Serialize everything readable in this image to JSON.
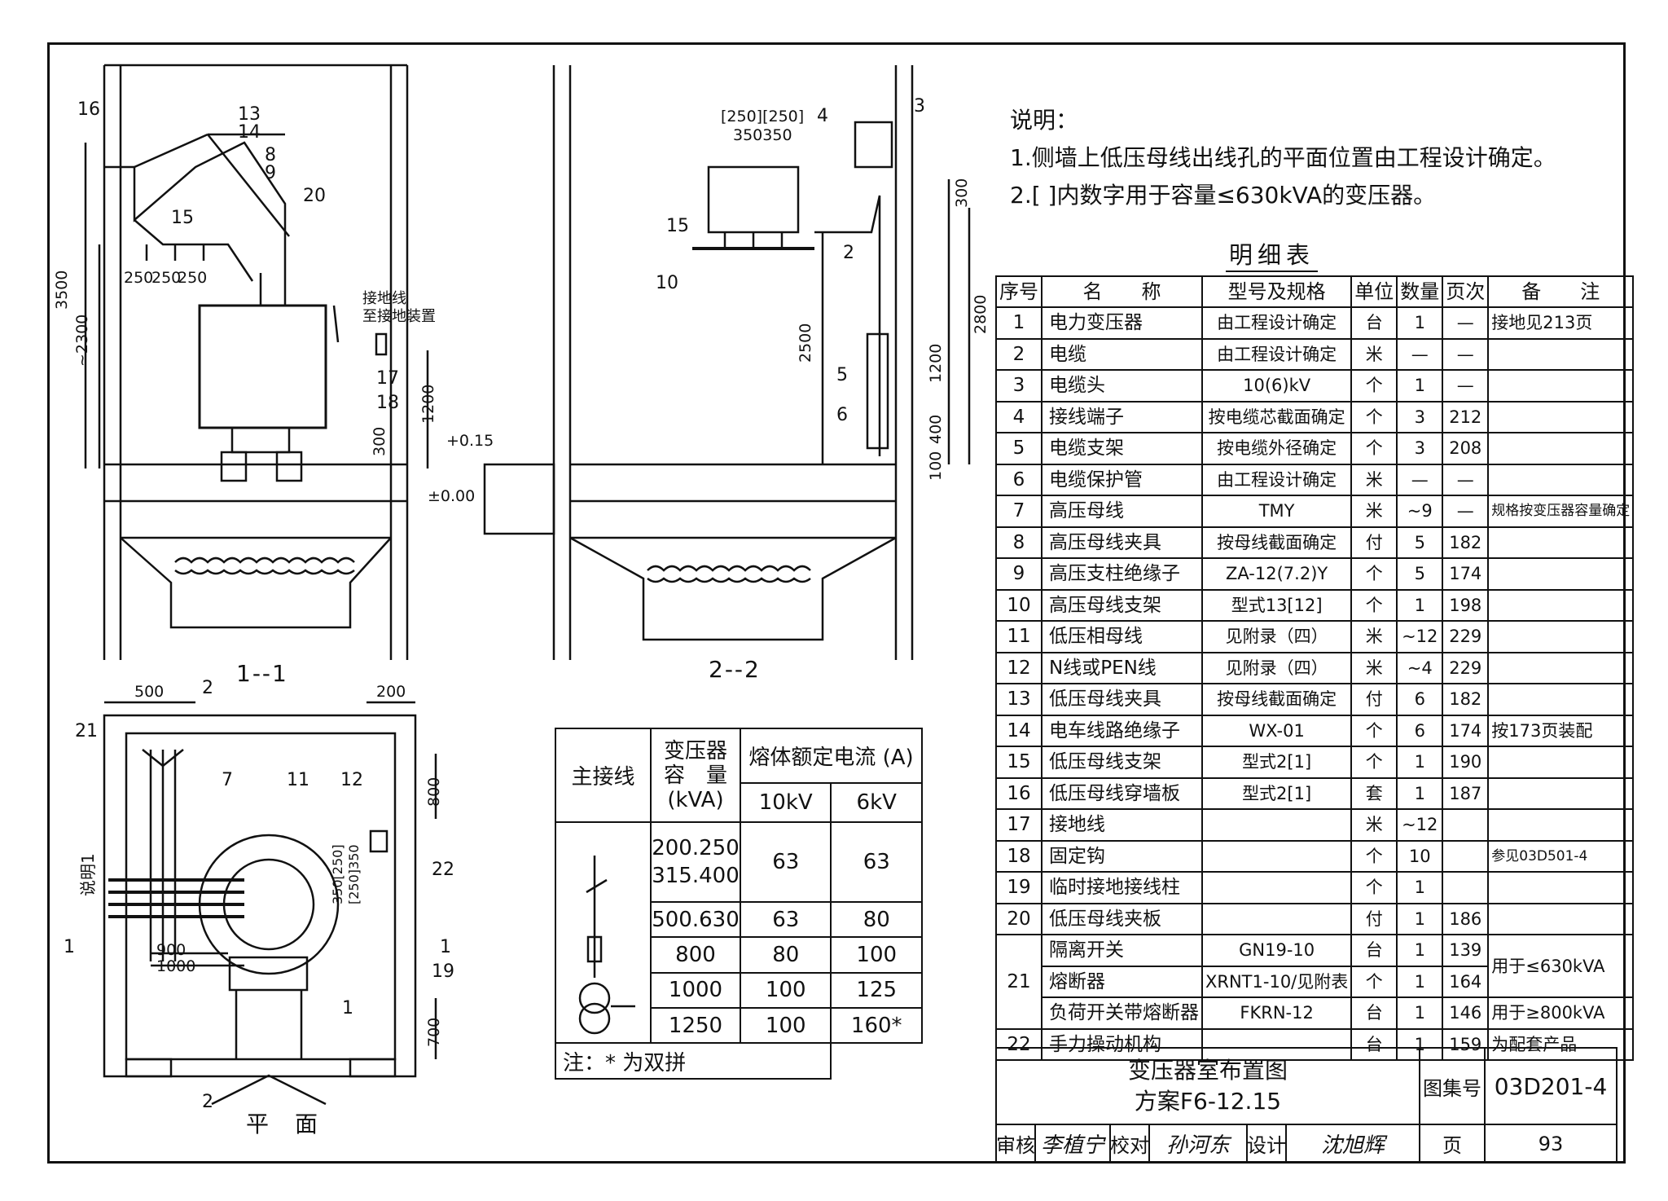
{
  "notes": {
    "title": "说明：",
    "items": [
      "1.侧墙上低压母线出线孔的平面位置由工程设计确定。",
      "2.[ ]内数字用于容量≤630kVA的变压器。"
    ]
  },
  "parts_table": {
    "title": "明细表",
    "headers": [
      "序号",
      "名　　称",
      "型号及规格",
      "单位",
      "数量",
      "页次",
      "备　　注"
    ],
    "rows": [
      [
        "1",
        "电力变压器",
        "由工程设计确定",
        "台",
        "1",
        "—",
        "接地见213页"
      ],
      [
        "2",
        "电缆",
        "由工程设计确定",
        "米",
        "—",
        "—",
        ""
      ],
      [
        "3",
        "电缆头",
        "10(6)kV",
        "个",
        "1",
        "—",
        ""
      ],
      [
        "4",
        "接线端子",
        "按电缆芯截面确定",
        "个",
        "3",
        "212",
        ""
      ],
      [
        "5",
        "电缆支架",
        "按电缆外径确定",
        "个",
        "3",
        "208",
        ""
      ],
      [
        "6",
        "电缆保护管",
        "由工程设计确定",
        "米",
        "—",
        "—",
        ""
      ],
      [
        "7",
        "高压母线",
        "TMY",
        "米",
        "~9",
        "—",
        "规格按变压器容量确定"
      ],
      [
        "8",
        "高压母线夹具",
        "按母线截面确定",
        "付",
        "5",
        "182",
        ""
      ],
      [
        "9",
        "高压支柱绝缘子",
        "ZA-12(7.2)Y",
        "个",
        "5",
        "174",
        ""
      ],
      [
        "10",
        "高压母线支架",
        "型式13[12]",
        "个",
        "1",
        "198",
        ""
      ],
      [
        "11",
        "低压相母线",
        "见附录（四）",
        "米",
        "~12",
        "229",
        ""
      ],
      [
        "12",
        "N线或PEN线",
        "见附录（四）",
        "米",
        "~4",
        "229",
        ""
      ],
      [
        "13",
        "低压母线夹具",
        "按母线截面确定",
        "付",
        "6",
        "182",
        ""
      ],
      [
        "14",
        "电车线路绝缘子",
        "WX-01",
        "个",
        "6",
        "174",
        "按173页装配"
      ],
      [
        "15",
        "低压母线支架",
        "型式2[1]",
        "个",
        "1",
        "190",
        ""
      ],
      [
        "16",
        "低压母线穿墙板",
        "型式2[1]",
        "套",
        "1",
        "187",
        ""
      ],
      [
        "17",
        "接地线",
        "",
        "米",
        "~12",
        "",
        ""
      ],
      [
        "18",
        "固定钩",
        "",
        "个",
        "10",
        "",
        "参见03D501-4"
      ],
      [
        "19",
        "临时接地接线柱",
        "",
        "个",
        "1",
        "",
        ""
      ],
      [
        "20",
        "低压母线夹板",
        "",
        "付",
        "1",
        "186",
        ""
      ]
    ],
    "row21": {
      "no": "21",
      "sub": [
        [
          "隔离开关",
          "GN19-10",
          "台",
          "1",
          "139"
        ],
        [
          "熔断器",
          "XRNT1-10/见附表",
          "个",
          "1",
          "164"
        ],
        [
          "负荷开关带熔断器",
          "FKRN-12",
          "台",
          "1",
          "146"
        ]
      ],
      "note_a": "用于≤630kVA",
      "note_b": "用于≥800kVA"
    },
    "row22": [
      "22",
      "手力操动机构",
      "",
      "台",
      "1",
      "159",
      "为配套产品"
    ]
  },
  "fuse_table": {
    "col_main": "主接线",
    "col_cap": [
      "变压器",
      "容　量",
      "(kVA)"
    ],
    "col_current": "熔体额定电流 (A)",
    "sub_10": "10kV",
    "sub_6": "6kV",
    "rows": [
      {
        "cap": "200.250\n315.400",
        "kv10": "63",
        "kv6": "63"
      },
      {
        "cap": "500.630",
        "kv10": "63",
        "kv6": "80"
      },
      {
        "cap": "800",
        "kv10": "80",
        "kv6": "100"
      },
      {
        "cap": "1000",
        "kv10": "100",
        "kv6": "125"
      },
      {
        "cap": "1250",
        "kv10": "100",
        "kv6": "160*"
      }
    ],
    "footnote": "注：* 为双拼"
  },
  "title_block": {
    "title_line1": "变压器室布置图",
    "title_line2": "方案F6-12.15",
    "atlas_label": "图集号",
    "atlas_no": "03D201-4",
    "review_label": "审核",
    "check_label": "校对",
    "design_label": "设计",
    "page_label": "页",
    "page_no": "93",
    "sig_review": "李植宁",
    "sig_check": "孙河东",
    "sig_design": "沈旭辉"
  },
  "section_labels": {
    "s11": "1--1",
    "s22": "2--2",
    "plan": "平　面"
  },
  "drawing_labels": {
    "s1_callouts": [
      "16",
      "13",
      "14",
      "8",
      "9",
      "20",
      "15",
      "17",
      "18"
    ],
    "s1_ground_note": [
      "接地线",
      "至接地装置"
    ],
    "s1_dims": [
      "3500",
      "~2300",
      "250",
      "250",
      "250",
      "1200",
      "300",
      "+0.15",
      "±0.00"
    ],
    "s2_callouts": [
      "4",
      "3",
      "15",
      "10",
      "2",
      "5",
      "6"
    ],
    "s2_dims": [
      "[250][250]",
      "350350",
      "300",
      "2800",
      "2500",
      "1200",
      "400",
      "100"
    ],
    "plan_callouts": [
      "21",
      "7",
      "11",
      "12",
      "22",
      "19",
      "1",
      "2",
      "2",
      "1",
      "1"
    ],
    "plan_dims": [
      "500",
      "200",
      "800",
      "350[250]",
      "[250]350",
      "900",
      "1000",
      "700"
    ],
    "plan_note": "说明1"
  }
}
